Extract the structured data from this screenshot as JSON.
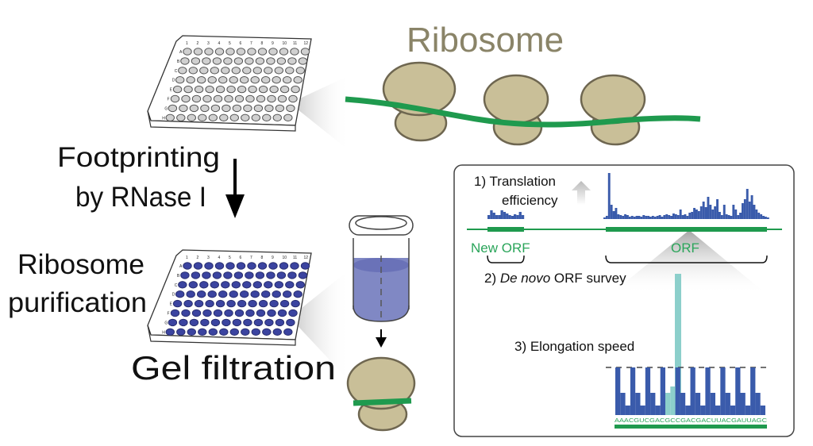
{
  "title": "Ribosome",
  "steps": {
    "footprinting_line1": "Footprinting",
    "footprinting_line2": "by RNase I",
    "purification_line1": "Ribosome",
    "purification_line2": "purification",
    "gel_filtration": "Gel filtration"
  },
  "plate": {
    "columns": [
      "1",
      "2",
      "3",
      "4",
      "5",
      "6",
      "7",
      "8",
      "9",
      "10",
      "11",
      "12"
    ],
    "rows": [
      "A",
      "B",
      "C",
      "D",
      "E",
      "F",
      "G",
      "H"
    ]
  },
  "panel": {
    "translation_efficiency_line1": "1) Translation",
    "translation_efficiency_line2": "efficiency",
    "new_orf": "New ORF",
    "orf": "ORF",
    "survey_prefix": "2) ",
    "survey_italic": "De novo",
    "survey_suffix": " ORF survey",
    "elongation": "3) Elongation speed",
    "sequence": "AAACGUCGACGCCGACGACUUACGAUUAGC"
  },
  "colors": {
    "ribosome_fill": "#c9bf98",
    "ribosome_stroke": "#6e6650",
    "title": "#8a8468",
    "mrna": "#1f9a4e",
    "coverage": "#3a5bab",
    "highlight": "#8ccfcb",
    "well_blue": "#3b44a0",
    "liquid": "#8088c4"
  }
}
